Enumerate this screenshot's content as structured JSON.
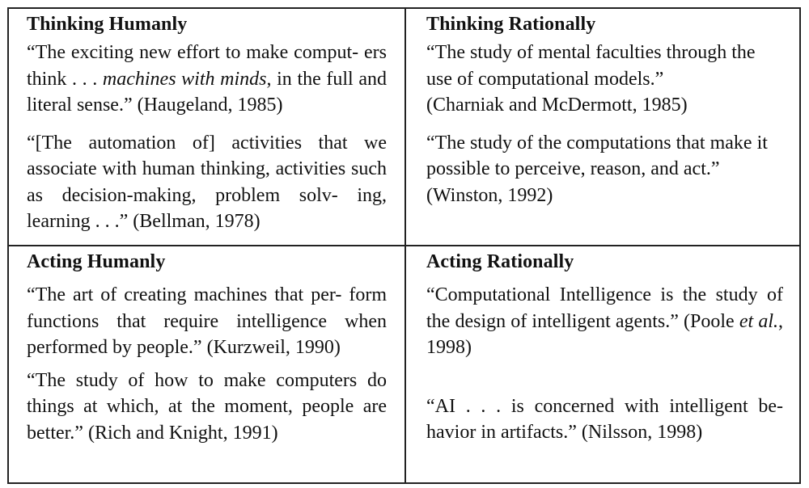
{
  "cells": {
    "thinking_humanly": {
      "heading": "Thinking Humanly",
      "quote1": {
        "before_italic": "“The exciting new effort to make comput- ers think . . . ",
        "italic": "machines with minds",
        "after_italic": ", in the full and literal sense.” (Haugeland, 1985)"
      },
      "quote2": "“[The automation of] activities that we associate with human thinking, activities such as decision-making, problem solv- ing, learning . . .” (Bellman, 1978)"
    },
    "thinking_rationally": {
      "heading": "Thinking Rationally",
      "quote1": "“The study of mental faculties through the use of computational models.”",
      "quote1_cite": "(Charniak and McDermott, 1985)",
      "quote2": "“The study of the computations that make it possible to perceive, reason, and act.”",
      "quote2_cite": "(Winston, 1992)"
    },
    "acting_humanly": {
      "heading": "Acting Humanly",
      "quote1": "“The art of creating machines that per- form functions that require intelligence when performed by people.” (Kurzweil, 1990)",
      "quote2": "“The study of how to make computers do things at which, at the moment, people are better.” (Rich and Knight, 1991)"
    },
    "acting_rationally": {
      "heading": "Acting Rationally",
      "quote1": {
        "before_italic": "“Computational Intelligence is the study of the design of intelligent agents.” (Poole ",
        "italic": "et al.",
        "after_italic": ", 1998)"
      },
      "quote2": "“AI . . . is concerned with intelligent be- havior in artifacts.” (Nilsson, 1998)"
    }
  }
}
